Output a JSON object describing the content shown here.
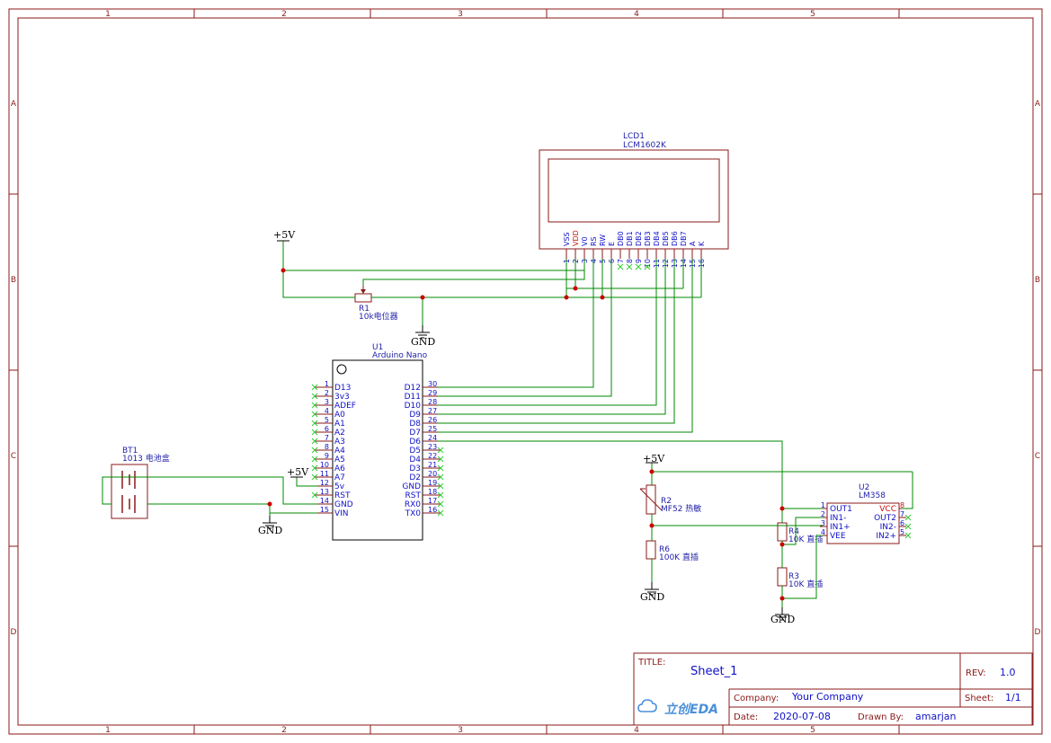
{
  "frame": {
    "columns": [
      "1",
      "2",
      "3",
      "4",
      "5"
    ],
    "rows": [
      "A",
      "B",
      "C",
      "D"
    ]
  },
  "title_block": {
    "title_label": "TITLE:",
    "title": "Sheet_1",
    "rev_label": "REV:",
    "rev": "1.0",
    "company_label": "Company:",
    "company": "Your Company",
    "sheet_label": "Sheet:",
    "sheet": "1/1",
    "date_label": "Date:",
    "date": "2020-07-08",
    "drawn_label": "Drawn By:",
    "drawn_by": "amarjan",
    "logo_text": "立创EDA"
  },
  "lcd": {
    "ref": "LCD1",
    "value": "LCM1602K",
    "pins": [
      {
        "num": "1",
        "name": "VSS"
      },
      {
        "num": "2",
        "name": "VDD"
      },
      {
        "num": "3",
        "name": "V0"
      },
      {
        "num": "4",
        "name": "RS"
      },
      {
        "num": "5",
        "name": "RW"
      },
      {
        "num": "6",
        "name": "E"
      },
      {
        "num": "7",
        "name": "DB0"
      },
      {
        "num": "8",
        "name": "DB1"
      },
      {
        "num": "9",
        "name": "DB2"
      },
      {
        "num": "10",
        "name": "DB3"
      },
      {
        "num": "11",
        "name": "DB4"
      },
      {
        "num": "12",
        "name": "DB5"
      },
      {
        "num": "13",
        "name": "DB6"
      },
      {
        "num": "14",
        "name": "DB7"
      },
      {
        "num": "15",
        "name": "A"
      },
      {
        "num": "16",
        "name": "K"
      }
    ]
  },
  "r1": {
    "ref": "R1",
    "value": "10k电位器"
  },
  "u1": {
    "ref": "U1",
    "value": "Arduino Nano",
    "left_pins": [
      {
        "num": "1",
        "name": "D13"
      },
      {
        "num": "2",
        "name": "3v3"
      },
      {
        "num": "3",
        "name": "ADEF"
      },
      {
        "num": "4",
        "name": "A0"
      },
      {
        "num": "5",
        "name": "A1"
      },
      {
        "num": "6",
        "name": "A2"
      },
      {
        "num": "7",
        "name": "A3"
      },
      {
        "num": "8",
        "name": "A4"
      },
      {
        "num": "9",
        "name": "A5"
      },
      {
        "num": "10",
        "name": "A6"
      },
      {
        "num": "11",
        "name": "A7"
      },
      {
        "num": "12",
        "name": "5v"
      },
      {
        "num": "13",
        "name": "RST"
      },
      {
        "num": "14",
        "name": "GND"
      },
      {
        "num": "15",
        "name": "VIN"
      }
    ],
    "right_pins": [
      {
        "num": "30",
        "name": "D12"
      },
      {
        "num": "29",
        "name": "D11"
      },
      {
        "num": "28",
        "name": "D10"
      },
      {
        "num": "27",
        "name": "D9"
      },
      {
        "num": "26",
        "name": "D8"
      },
      {
        "num": "25",
        "name": "D7"
      },
      {
        "num": "24",
        "name": "D6"
      },
      {
        "num": "23",
        "name": "D5"
      },
      {
        "num": "22",
        "name": "D4"
      },
      {
        "num": "21",
        "name": "D3"
      },
      {
        "num": "20",
        "name": "D2"
      },
      {
        "num": "19",
        "name": "GND"
      },
      {
        "num": "18",
        "name": "RST"
      },
      {
        "num": "17",
        "name": "RX0"
      },
      {
        "num": "16",
        "name": "TX0"
      }
    ]
  },
  "bt1": {
    "ref": "BT1",
    "value": "1013 电池盒"
  },
  "r2": {
    "ref": "R2",
    "value": "MF52 热敏"
  },
  "r6": {
    "ref": "R6",
    "value": "100K 直插"
  },
  "r4": {
    "ref": "R4",
    "value": "10K 直插"
  },
  "r3": {
    "ref": "R3",
    "value": "10K 直插"
  },
  "u2": {
    "ref": "U2",
    "value": "LM358",
    "left_pins": [
      {
        "num": "1",
        "name": "OUT1"
      },
      {
        "num": "2",
        "name": "IN1-"
      },
      {
        "num": "3",
        "name": "IN1+"
      },
      {
        "num": "4",
        "name": "VEE"
      }
    ],
    "right_pins": [
      {
        "num": "8",
        "name": "VCC"
      },
      {
        "num": "7",
        "name": "OUT2"
      },
      {
        "num": "6",
        "name": "IN2-"
      },
      {
        "num": "5",
        "name": "IN2+"
      }
    ]
  },
  "power": {
    "vcc": "+5V",
    "gnd": "GND"
  },
  "colors": {
    "frame": "#8b1a1a",
    "wire": "#008800",
    "pin_name": "#1010c8",
    "power_pin": "#cc1010",
    "noconnect": "#33cc33"
  }
}
